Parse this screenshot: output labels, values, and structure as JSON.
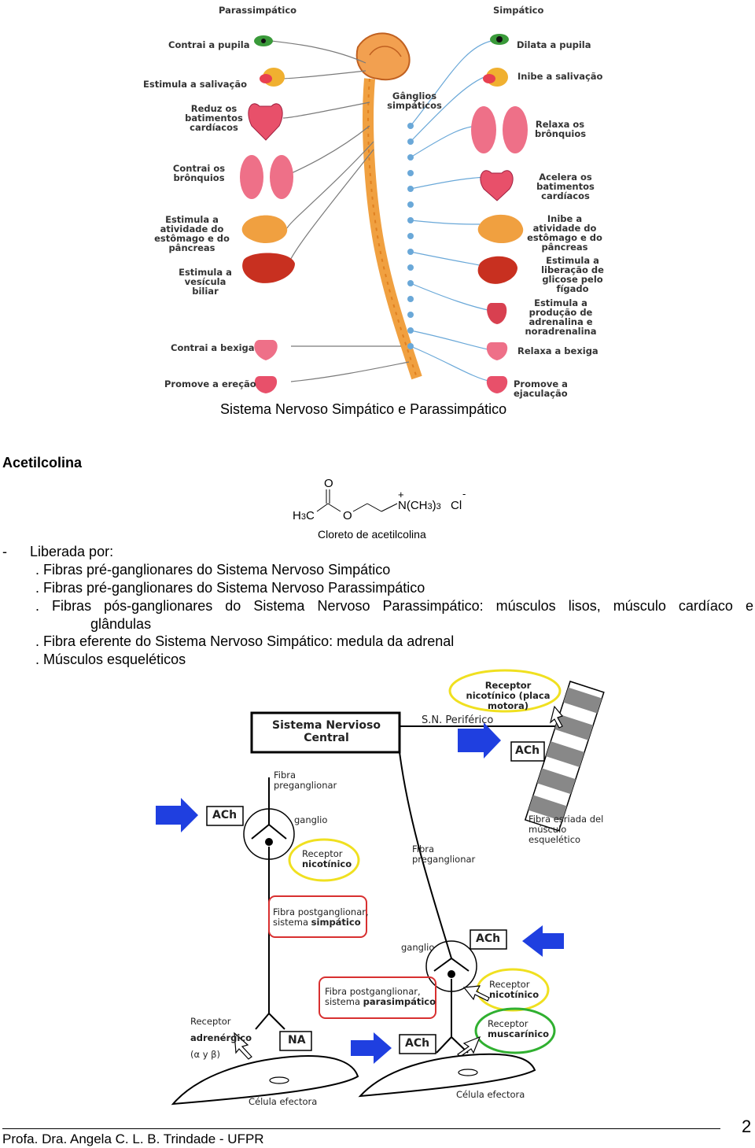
{
  "figure1": {
    "title_left": "Parassimpático",
    "title_right": "Simpático",
    "left_labels": [
      "Contrai a pupila",
      "Estimula a salivação",
      "Reduz os batimentos cardíacos",
      "Contrai os brônquios",
      "Estimula a atividade do estômago e do pâncreas",
      "Estimula a vesícula biliar",
      "Contrai a bexiga",
      "Promove a ereção"
    ],
    "right_labels": [
      "Dilata a pupila",
      "Inibe a salivação",
      "Relaxa os brônquios",
      "Acelera os batimentos cardíacos",
      "Inibe a atividade do estômago e do pâncreas",
      "Estimula a liberação de glicose pelo fígado",
      "Estimula a produção de adrenalina e noradrenalina",
      "Relaxa a bexiga",
      "Promove a ejaculação"
    ],
    "ganglia_label": "Gânglios simpáticos"
  },
  "caption": "Sistema Nervoso Simpático e Parassimpático",
  "section_title": "Acetilcolina",
  "chem": {
    "o_top": "O",
    "h3c": "H",
    "h3c_sub": "3",
    "h3c_c": "C",
    "o_ester": "O",
    "plus": "+",
    "n_group": "N(CH",
    "n_sub1": "3",
    "n_close": ")",
    "n_sub2": "3",
    "minus": "-",
    "cl": "Cl",
    "name": "Cloreto de acetilcolina"
  },
  "list": {
    "intro_dash": "-",
    "intro": "Liberada por:",
    "items": [
      ". Fibras pré-ganglionares do Sistema Nervoso Simpático",
      ". Fibras pré-ganglionares do Sistema Nervoso Parassimpático",
      ". Fibras pós-ganglionares do Sistema Nervoso Parassimpático: músculos lisos, músculo cardíaco e",
      "glândulas",
      ". Fibra eferente do Sistema Nervoso Simpático: medula da adrenal",
      ". Músculos esqueléticos"
    ]
  },
  "diagram": {
    "snc": "Sistema Nervioso Central",
    "snp": "S.N. Periférico",
    "receptor_nic_placa": "Receptor nicotínico (placa motora)",
    "ach": "ACh",
    "na": "NA",
    "fibra_preganglionar": "Fibra preganglionar",
    "ganglio": "ganglio",
    "fibra_esriada": "Fibra esriada del músculo esquelético",
    "receptor": "Receptor",
    "nicotinico": "nicotínico",
    "muscarinico": "muscarínico",
    "postgang_simp_1": "Fibra postganglionar,",
    "postgang_simp_2": "sistema",
    "simpatico": "simpático",
    "parasimpatico": "parasimpático",
    "adrenergico": "adrenérgico",
    "alfa_beta": "(α y β)",
    "celula_efectora": "Célula efectora"
  },
  "footer": {
    "author": "Profa. Dra. Angela C. L. B. Trindade - UFPR",
    "page": "2"
  },
  "colors": {
    "blue_arrow": "#1f3fe0",
    "yellow": "#f0e020",
    "red": "#d83030",
    "green": "#30b030",
    "organ_pink": "#e8506a",
    "liver": "#c83020",
    "nerve_blue": "#6aa8d8"
  }
}
